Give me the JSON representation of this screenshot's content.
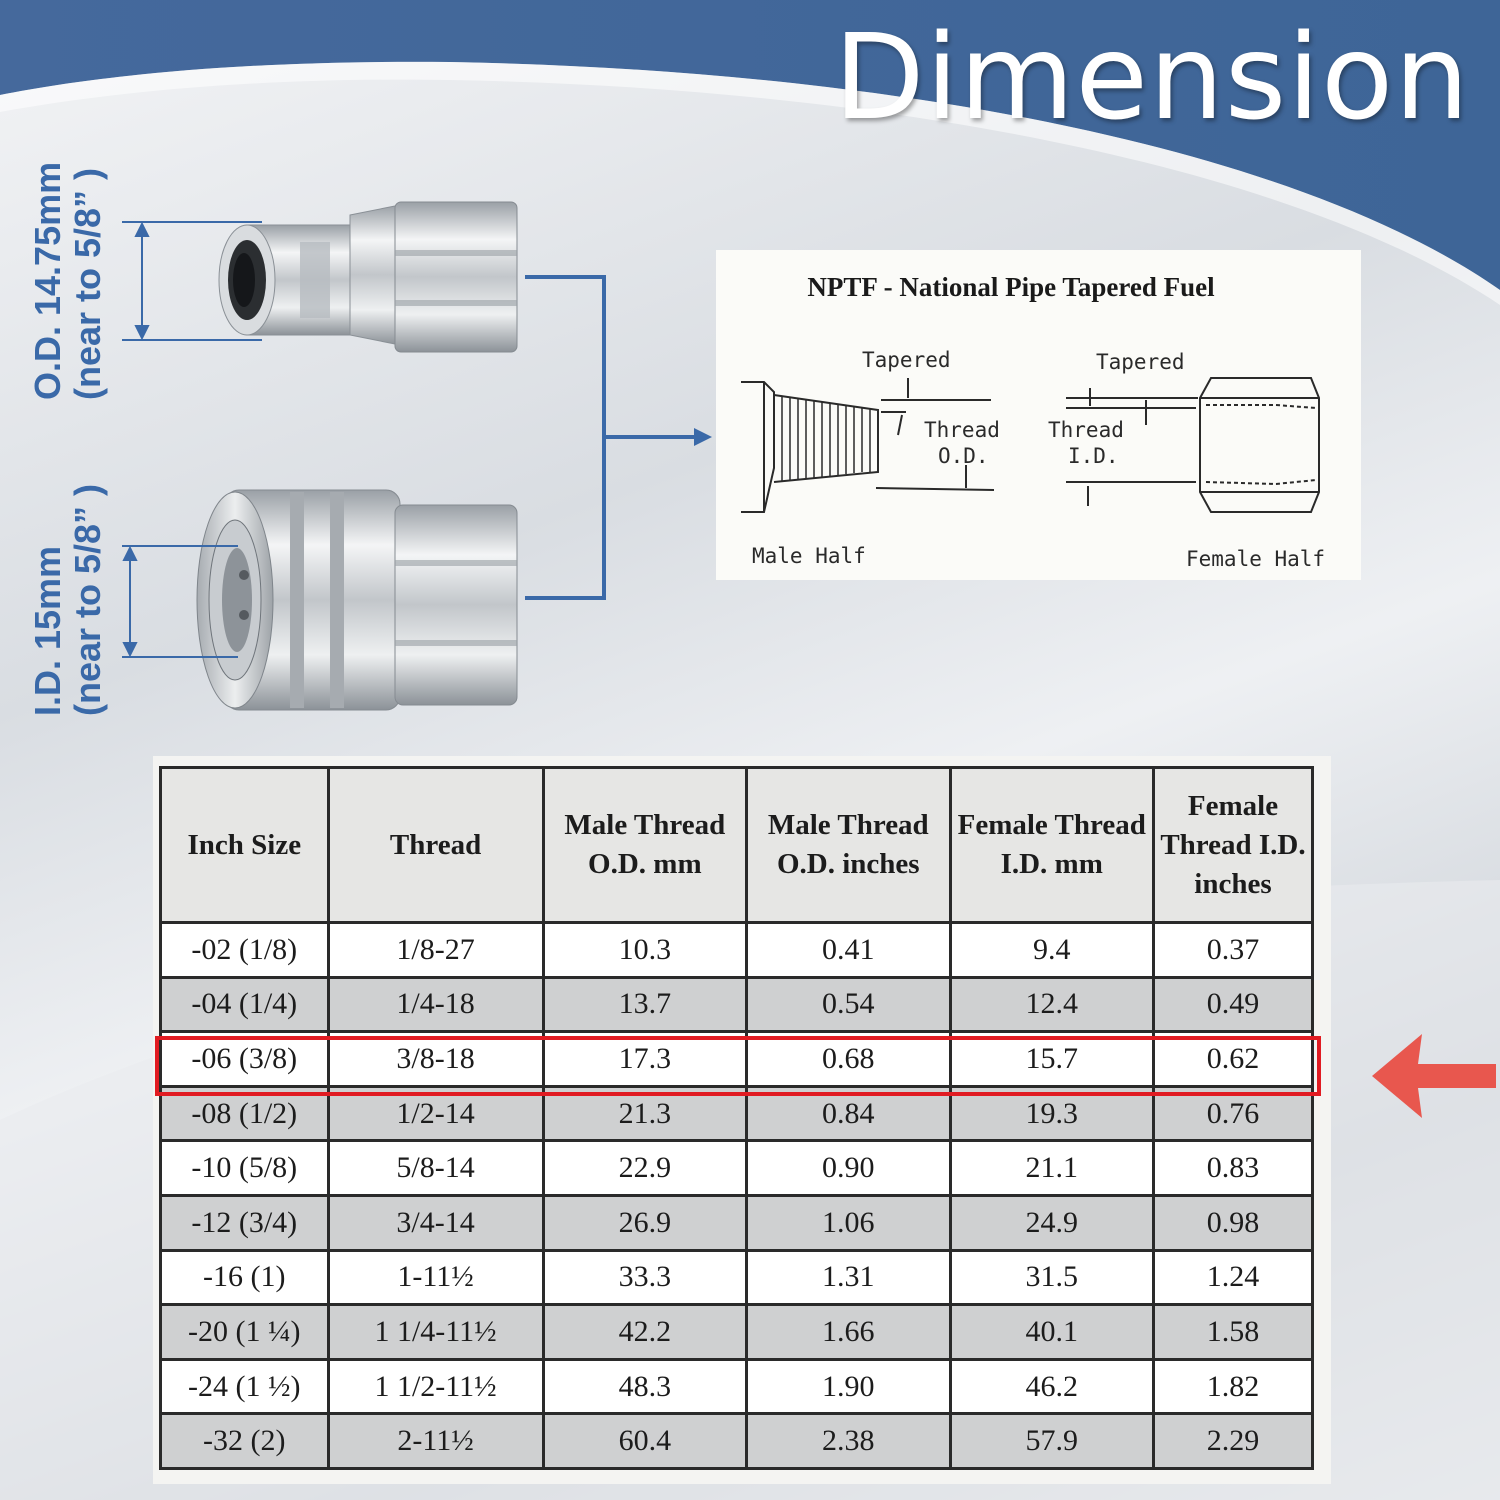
{
  "page": {
    "title": "Dimension",
    "colors": {
      "brand_blue": "#41679b",
      "label_blue": "#3a69a8",
      "highlight_red": "#e11b22",
      "arrow_red": "#e8574e"
    }
  },
  "labels": {
    "male_od_line1": "O.D.  14.75mm",
    "male_od_line2": "(near to 5/8”  )",
    "female_id_line1": "I.D.   15mm",
    "female_id_line2": "(near to 5/8”  )"
  },
  "diagram": {
    "title": "NPTF - National Pipe Tapered Fuel",
    "male_tapered": "Tapered",
    "male_thread": "Thread",
    "male_od": "O.D.",
    "female_tapered": "Tapered",
    "female_thread": "Thread",
    "female_id": "I.D.",
    "male_half": "Male Half",
    "female_half": "Female Half"
  },
  "table": {
    "headers": [
      "Inch Size",
      "Thread",
      "Male Thread O.D. mm",
      "Male Thread O.D. inches",
      "Female Thread I.D. mm",
      "Female Thread I.D. inches"
    ],
    "rows": [
      [
        "-02 (1/8)",
        "1/8-27",
        "10.3",
        "0.41",
        "9.4",
        "0.37"
      ],
      [
        "-04 (1/4)",
        "1/4-18",
        "13.7",
        "0.54",
        "12.4",
        "0.49"
      ],
      [
        "-06 (3/8)",
        "3/8-18",
        "17.3",
        "0.68",
        "15.7",
        "0.62"
      ],
      [
        "-08 (1/2)",
        "1/2-14",
        "21.3",
        "0.84",
        "19.3",
        "0.76"
      ],
      [
        "-10 (5/8)",
        "5/8-14",
        "22.9",
        "0.90",
        "21.1",
        "0.83"
      ],
      [
        "-12 (3/4)",
        "3/4-14",
        "26.9",
        "1.06",
        "24.9",
        "0.98"
      ],
      [
        "-16 (1)",
        "1-11½",
        "33.3",
        "1.31",
        "31.5",
        "1.24"
      ],
      [
        "-20 (1 ¼)",
        "1 1/4-11½",
        "42.2",
        "1.66",
        "40.1",
        "1.58"
      ],
      [
        "-24 (1 ½)",
        "1 1/2-11½",
        "48.3",
        "1.90",
        "46.2",
        "1.82"
      ],
      [
        "-32 (2)",
        "2-11½",
        "60.4",
        "2.38",
        "57.9",
        "2.29"
      ]
    ],
    "highlighted_row": 2
  }
}
